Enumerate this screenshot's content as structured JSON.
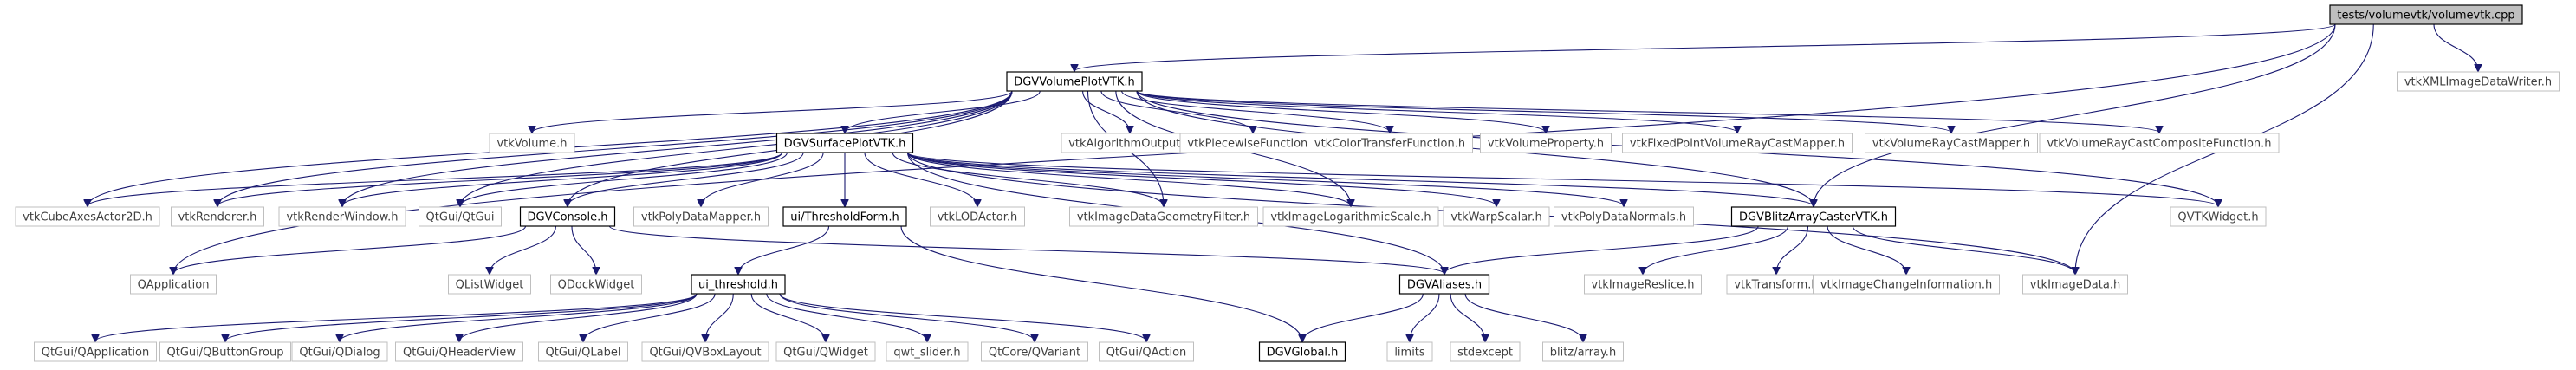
{
  "colors": {
    "edge": "#191970",
    "root_fill": "#bfbfbf",
    "plain_border": "#bfbfbf",
    "documented_border": "#000000"
  },
  "nodes": [
    {
      "id": "root",
      "label": "tests/volumevtk/volumevtk.cpp",
      "kind": "root"
    },
    {
      "id": "xmlwriter",
      "label": "vtkXMLImageDataWriter.h",
      "kind": "plain"
    },
    {
      "id": "dgvvol",
      "label": "DGVVolumePlotVTK.h",
      "kind": "documented"
    },
    {
      "id": "vtkvolume",
      "label": "vtkVolume.h",
      "kind": "plain"
    },
    {
      "id": "dgvsurf",
      "label": "DGVSurfacePlotVTK.h",
      "kind": "documented"
    },
    {
      "id": "algout",
      "label": "vtkAlgorithmOutput.h",
      "kind": "plain"
    },
    {
      "id": "piecewise",
      "label": "vtkPiecewiseFunction.h",
      "kind": "plain"
    },
    {
      "id": "colortf",
      "label": "vtkColorTransferFunction.h",
      "kind": "plain"
    },
    {
      "id": "volprop",
      "label": "vtkVolumeProperty.h",
      "kind": "plain"
    },
    {
      "id": "fixedpt",
      "label": "vtkFixedPointVolumeRayCastMapper.h",
      "kind": "plain"
    },
    {
      "id": "raycast",
      "label": "vtkVolumeRayCastMapper.h",
      "kind": "plain"
    },
    {
      "id": "composite",
      "label": "vtkVolumeRayCastCompositeFunction.h",
      "kind": "plain"
    },
    {
      "id": "cubeaxes",
      "label": "vtkCubeAxesActor2D.h",
      "kind": "plain"
    },
    {
      "id": "renderer",
      "label": "vtkRenderer.h",
      "kind": "plain"
    },
    {
      "id": "renwin",
      "label": "vtkRenderWindow.h",
      "kind": "plain"
    },
    {
      "id": "qtgui",
      "label": "QtGui/QtGui",
      "kind": "plain"
    },
    {
      "id": "dgvconsole",
      "label": "DGVConsole.h",
      "kind": "documented"
    },
    {
      "id": "polymapper",
      "label": "vtkPolyDataMapper.h",
      "kind": "plain"
    },
    {
      "id": "threshform",
      "label": "ui/ThresholdForm.h",
      "kind": "documented"
    },
    {
      "id": "lodactor",
      "label": "vtkLODActor.h",
      "kind": "plain"
    },
    {
      "id": "geomfilter",
      "label": "vtkImageDataGeometryFilter.h",
      "kind": "plain"
    },
    {
      "id": "logscale",
      "label": "vtkImageLogarithmicScale.h",
      "kind": "plain"
    },
    {
      "id": "warpscalar",
      "label": "vtkWarpScalar.h",
      "kind": "plain"
    },
    {
      "id": "polynormals",
      "label": "vtkPolyDataNormals.h",
      "kind": "plain"
    },
    {
      "id": "blitzcaster",
      "label": "DGVBlitzArrayCasterVTK.h",
      "kind": "documented"
    },
    {
      "id": "qvtkwidget",
      "label": "QVTKWidget.h",
      "kind": "plain"
    },
    {
      "id": "qapplication",
      "label": "QApplication",
      "kind": "plain"
    },
    {
      "id": "qlistwidget",
      "label": "QListWidget",
      "kind": "plain"
    },
    {
      "id": "qdockwidget",
      "label": "QDockWidget",
      "kind": "plain"
    },
    {
      "id": "uithreshold",
      "label": "ui_threshold.h",
      "kind": "documented"
    },
    {
      "id": "dgvaliases",
      "label": "DGVAliases.h",
      "kind": "documented"
    },
    {
      "id": "reslice",
      "label": "vtkImageReslice.h",
      "kind": "plain"
    },
    {
      "id": "transform",
      "label": "vtkTransform.h",
      "kind": "plain"
    },
    {
      "id": "changeinfo",
      "label": "vtkImageChangeInformation.h",
      "kind": "plain"
    },
    {
      "id": "imagedata",
      "label": "vtkImageData.h",
      "kind": "plain"
    },
    {
      "id": "qgui_qapp",
      "label": "QtGui/QApplication",
      "kind": "plain"
    },
    {
      "id": "qbuttongroup",
      "label": "QtGui/QButtonGroup",
      "kind": "plain"
    },
    {
      "id": "qdialog",
      "label": "QtGui/QDialog",
      "kind": "plain"
    },
    {
      "id": "qheaderview",
      "label": "QtGui/QHeaderView",
      "kind": "plain"
    },
    {
      "id": "qlabel",
      "label": "QtGui/QLabel",
      "kind": "plain"
    },
    {
      "id": "qvboxlayout",
      "label": "QtGui/QVBoxLayout",
      "kind": "plain"
    },
    {
      "id": "qwidget",
      "label": "QtGui/QWidget",
      "kind": "plain"
    },
    {
      "id": "qwtslider",
      "label": "qwt_slider.h",
      "kind": "plain"
    },
    {
      "id": "qvariant",
      "label": "QtCore/QVariant",
      "kind": "plain"
    },
    {
      "id": "qaction",
      "label": "QtGui/QAction",
      "kind": "plain"
    },
    {
      "id": "dgvglobal",
      "label": "DGVGlobal.h",
      "kind": "documented"
    },
    {
      "id": "limits",
      "label": "limits",
      "kind": "plain"
    },
    {
      "id": "stdexcept",
      "label": "stdexcept",
      "kind": "plain"
    },
    {
      "id": "blitzarray",
      "label": "blitz/array.h",
      "kind": "plain"
    }
  ],
  "edges": [
    [
      "root",
      "xmlwriter"
    ],
    [
      "root",
      "dgvvol"
    ],
    [
      "root",
      "qapplication"
    ],
    [
      "root",
      "blitzcaster"
    ],
    [
      "root",
      "imagedata"
    ],
    [
      "dgvvol",
      "vtkvolume"
    ],
    [
      "dgvvol",
      "dgvsurf"
    ],
    [
      "dgvvol",
      "algout"
    ],
    [
      "dgvvol",
      "piecewise"
    ],
    [
      "dgvvol",
      "colortf"
    ],
    [
      "dgvvol",
      "volprop"
    ],
    [
      "dgvvol",
      "fixedpt"
    ],
    [
      "dgvvol",
      "raycast"
    ],
    [
      "dgvvol",
      "composite"
    ],
    [
      "dgvvol",
      "cubeaxes"
    ],
    [
      "dgvvol",
      "renderer"
    ],
    [
      "dgvvol",
      "renwin"
    ],
    [
      "dgvvol",
      "qtgui"
    ],
    [
      "dgvvol",
      "dgvconsole"
    ],
    [
      "dgvvol",
      "geomfilter"
    ],
    [
      "dgvvol",
      "logscale"
    ],
    [
      "dgvvol",
      "blitzcaster"
    ],
    [
      "dgvvol",
      "qvtkwidget"
    ],
    [
      "dgvsurf",
      "cubeaxes"
    ],
    [
      "dgvsurf",
      "renderer"
    ],
    [
      "dgvsurf",
      "renwin"
    ],
    [
      "dgvsurf",
      "qtgui"
    ],
    [
      "dgvsurf",
      "dgvconsole"
    ],
    [
      "dgvsurf",
      "polymapper"
    ],
    [
      "dgvsurf",
      "threshform"
    ],
    [
      "dgvsurf",
      "lodactor"
    ],
    [
      "dgvsurf",
      "geomfilter"
    ],
    [
      "dgvsurf",
      "logscale"
    ],
    [
      "dgvsurf",
      "warpscalar"
    ],
    [
      "dgvsurf",
      "polynormals"
    ],
    [
      "dgvsurf",
      "blitzcaster"
    ],
    [
      "dgvsurf",
      "qvtkwidget"
    ],
    [
      "dgvsurf",
      "dgvaliases"
    ],
    [
      "dgvsurf",
      "imagedata"
    ],
    [
      "dgvconsole",
      "qapplication"
    ],
    [
      "dgvconsole",
      "qlistwidget"
    ],
    [
      "dgvconsole",
      "qdockwidget"
    ],
    [
      "dgvconsole",
      "dgvaliases"
    ],
    [
      "threshform",
      "uithreshold"
    ],
    [
      "threshform",
      "dgvglobal"
    ],
    [
      "uithreshold",
      "qgui_qapp"
    ],
    [
      "uithreshold",
      "qbuttongroup"
    ],
    [
      "uithreshold",
      "qdialog"
    ],
    [
      "uithreshold",
      "qheaderview"
    ],
    [
      "uithreshold",
      "qlabel"
    ],
    [
      "uithreshold",
      "qvboxlayout"
    ],
    [
      "uithreshold",
      "qwidget"
    ],
    [
      "uithreshold",
      "qwtslider"
    ],
    [
      "uithreshold",
      "qvariant"
    ],
    [
      "uithreshold",
      "qaction"
    ],
    [
      "blitzcaster",
      "dgvaliases"
    ],
    [
      "blitzcaster",
      "reslice"
    ],
    [
      "blitzcaster",
      "transform"
    ],
    [
      "blitzcaster",
      "changeinfo"
    ],
    [
      "blitzcaster",
      "imagedata"
    ],
    [
      "dgvaliases",
      "dgvglobal"
    ],
    [
      "dgvaliases",
      "limits"
    ],
    [
      "dgvaliases",
      "stdexcept"
    ],
    [
      "dgvaliases",
      "blitzarray"
    ]
  ]
}
